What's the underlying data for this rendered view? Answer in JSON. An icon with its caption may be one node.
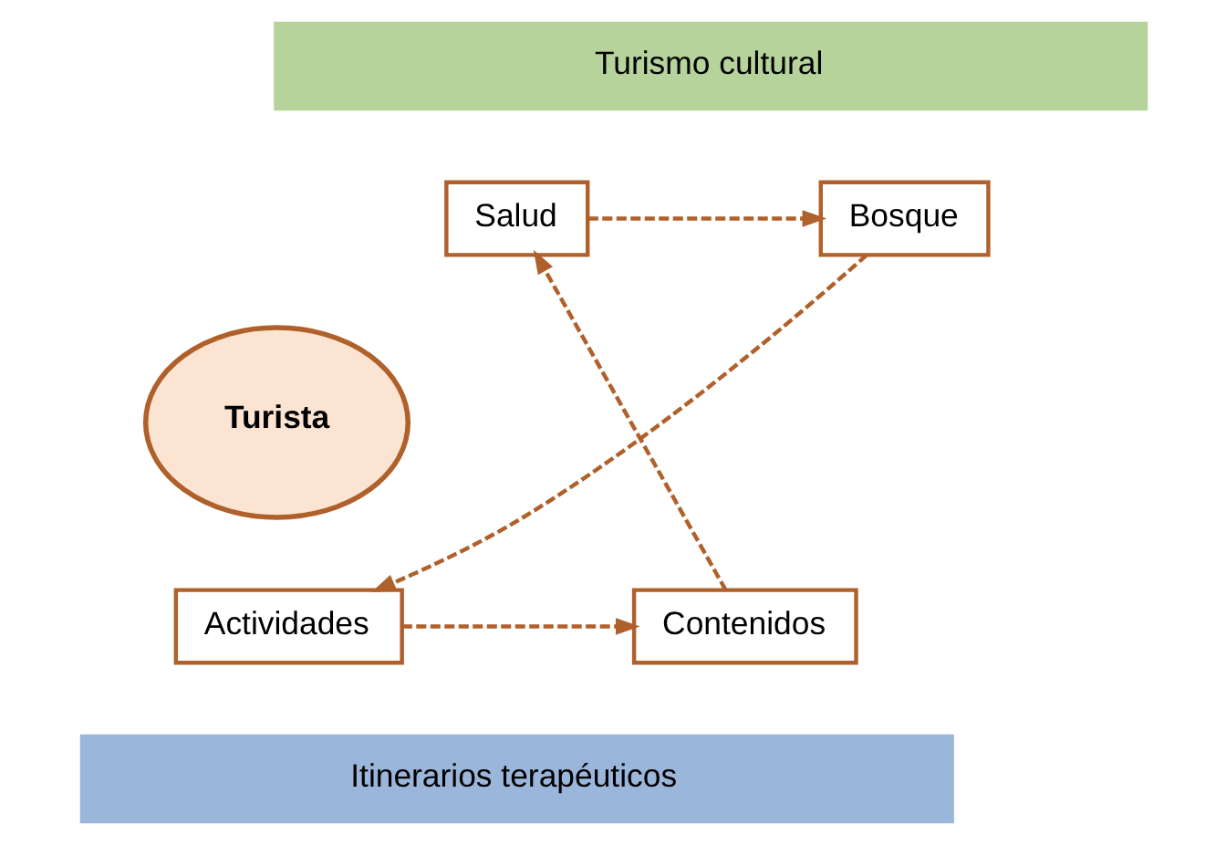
{
  "diagram": {
    "nodes": [
      {
        "text": [
          "Turismo cultural"
        ]
      },
      {
        "text": [
          "Bosque"
        ]
      },
      {
        "text": [
          "Salud"
        ]
      },
      {
        "text": [
          "Turista"
        ]
      },
      {
        "text": [
          "Actividades"
        ]
      },
      {
        "text": [
          "Contenidos"
        ]
      },
      {
        "text": [
          "Itinerarios terapéuticos"
        ]
      }
    ],
    "edges": [
      {
        "from": 2,
        "to": 1,
        "arrow": "to",
        "style": "dashed"
      },
      {
        "from": 1,
        "to": 4,
        "arrow": "to",
        "style": "dashed"
      },
      {
        "from": 4,
        "to": 5,
        "arrow": "to",
        "style": "dashed"
      },
      {
        "from": 5,
        "to": 2,
        "arrow": "to",
        "style": "dashed"
      }
    ]
  }
}
